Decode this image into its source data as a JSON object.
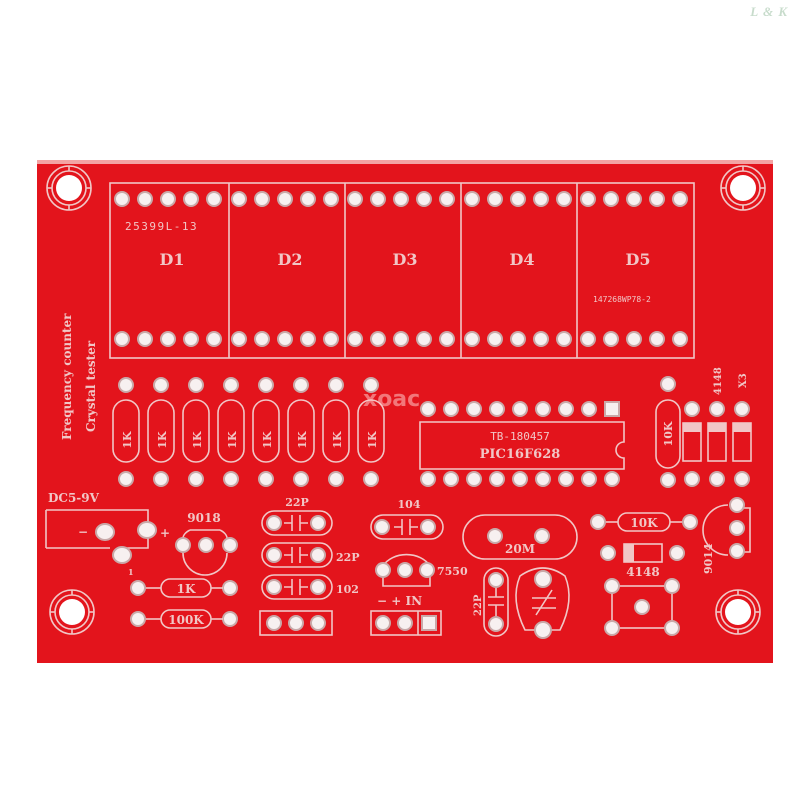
{
  "watermark": "L & K",
  "overlay_watermark": "xoac",
  "board": {
    "color": "#e3141c",
    "silkscreen_color": "#f1c6c6",
    "title_line1": "Frequency counter",
    "title_line2": "Crystal tester",
    "displays": [
      {
        "label": "D1"
      },
      {
        "label": "D2"
      },
      {
        "label": "D3"
      },
      {
        "label": "D4"
      },
      {
        "label": "D5"
      }
    ],
    "display_code_left": "25399L-13",
    "display_code_right": "147268WP78-2",
    "resistor_array_label": "1K",
    "mcu_line1": "TB-180457",
    "mcu_line2": "PIC16F628",
    "r_10k_vertical": "10K",
    "diode_label": "4148",
    "crystal_label": "X3",
    "power_label": "DC5-9V",
    "power_minus": "−",
    "power_plus": "+",
    "power_pin": "1",
    "transistor_9018": "9018",
    "r_1k": "1K",
    "r_100k": "100K",
    "cap_22p_top": "22P",
    "cap_22p_mid": "22P",
    "cap_102": "102",
    "cap_104": "104",
    "regulator": "7550",
    "input_header": "− + IN",
    "crystal_20m": "20M",
    "cap_22p_vertical": "22P",
    "r_10k_horizontal": "10K",
    "diode_4148_bottom": "4148",
    "transistor_9014": "9014"
  }
}
